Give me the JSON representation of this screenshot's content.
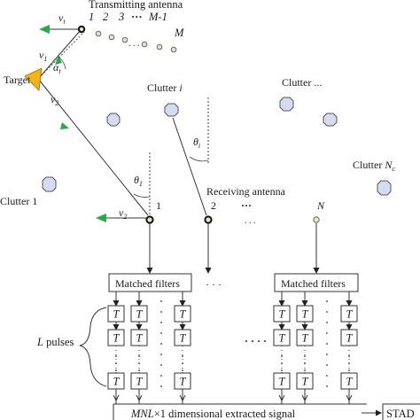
{
  "colors": {
    "target": "#f2b418",
    "velocity_arrow": "#2aa84a",
    "clutter_fill": "#d6dbf2",
    "antenna_fill": "#e3e3c8",
    "line": "#333333"
  },
  "tx": {
    "label": "Transmitting antenna",
    "indices": [
      "1",
      "2",
      "3",
      "···",
      "M-1",
      "M"
    ]
  },
  "target": {
    "label": "Target",
    "v_t": "v",
    "v_t_sub": "t",
    "v_1": "v",
    "v_1_sub": "1",
    "v_2": "v",
    "v_2_sub": "2",
    "alpha": "α",
    "alpha_sub": "t"
  },
  "rx": {
    "label": "Receiving antenna",
    "indices": [
      "1",
      "2",
      "···",
      "N"
    ],
    "theta_1": "θ",
    "theta_1_sub": "1",
    "theta_i": "θ",
    "theta_i_sub": "i",
    "v_2": "v",
    "v_2_sub": "2"
  },
  "clutter": {
    "c1": "Clutter 1",
    "ci": "Clutter",
    "ci_sub": "i",
    "cdots": "Clutter ...",
    "cn": "Clutter",
    "cn_sub": "N",
    "cn_subsub": "c"
  },
  "processing": {
    "matched_filters": "Matched filters",
    "mid_dots": "· · ·",
    "delay_symbol": "T",
    "pulses_label": "L",
    "pulses_word": " pulses",
    "signal_label": "MNL",
    "signal_rest": "×1 dimensional extracted signal",
    "stad": "STAD"
  }
}
